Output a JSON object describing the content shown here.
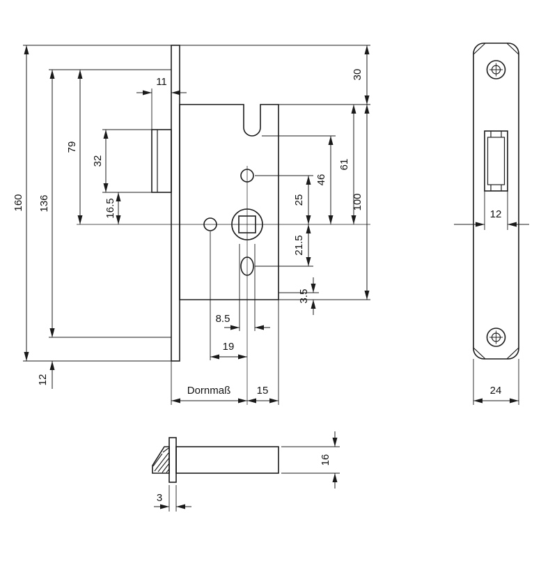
{
  "drawing": {
    "title": "mortise-lock-dimension-drawing",
    "background": "#ffffff",
    "line_color": "#1a1a1a",
    "labels": {
      "d160": "160",
      "d136": "136",
      "d79": "79",
      "d32": "32",
      "d16_5": "16.5",
      "d12_side": "12",
      "d11": "11",
      "d30": "30",
      "d100": "100",
      "d61": "61",
      "d46": "46",
      "d25": "25",
      "d21_5": "21.5",
      "d3_5": "3.5",
      "d8_5": "8.5",
      "d19": "19",
      "dornmass": "Dornmaß",
      "d15": "15",
      "d12_face": "12",
      "d24": "24",
      "d16": "16",
      "d3": "3"
    }
  }
}
